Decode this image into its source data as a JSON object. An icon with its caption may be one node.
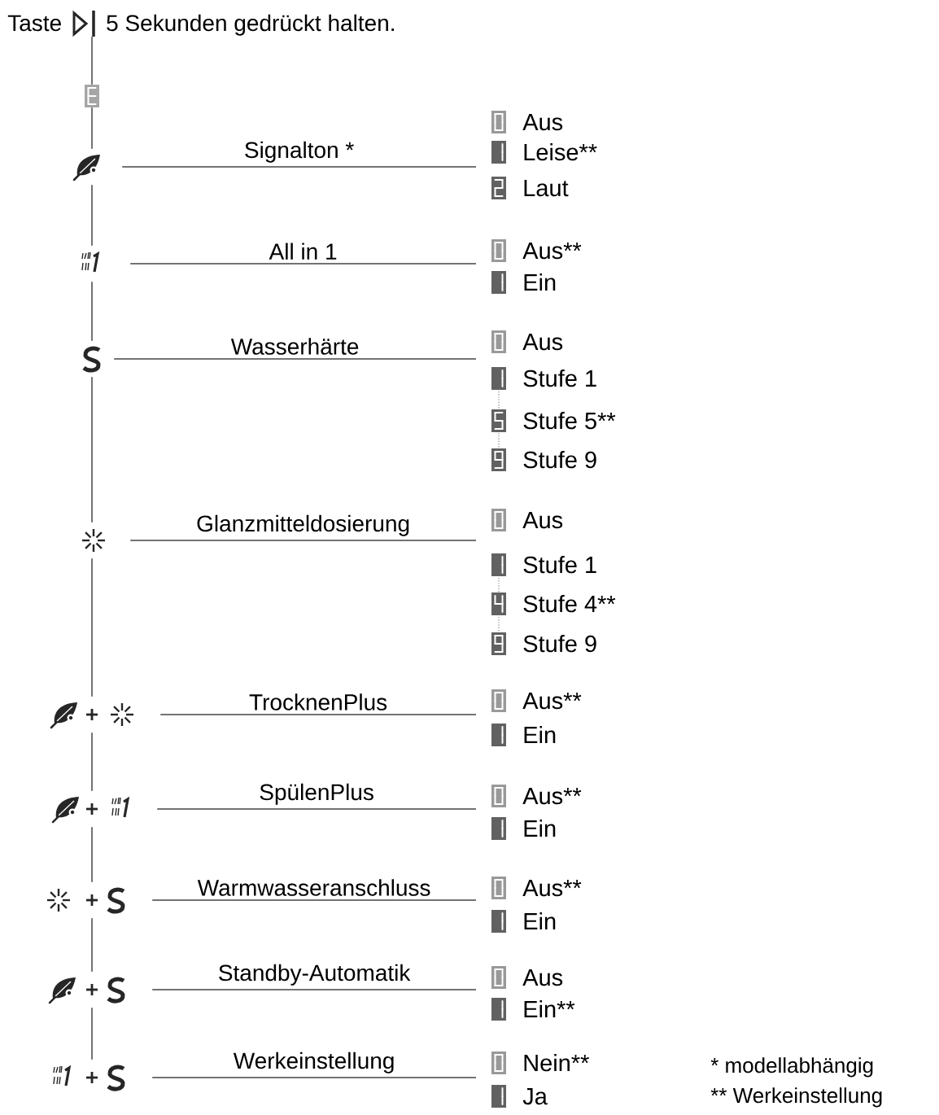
{
  "diagram": {
    "nodes": [
      {
        "text": [
          "Taste",
          "5 Sekunden gedrückt halten."
        ]
      },
      {
        "text": [],
        "shape": "box"
      },
      {
        "text": [],
        "shape": "symbol"
      },
      {
        "text": [
          "Aus",
          "Leise**",
          "Laut"
        ]
      },
      {
        "text": [],
        "shape": "symbol"
      },
      {
        "text": [
          "Aus**",
          "Ein"
        ]
      },
      {
        "text": [],
        "shape": "symbol"
      },
      {
        "text": [
          "Aus",
          "Stufe 1",
          "Stufe 5**",
          "Stufe 9"
        ]
      },
      {
        "text": [],
        "shape": "symbol"
      },
      {
        "text": [
          "Aus",
          "Stufe 1",
          "Stufe 4**",
          "Stufe 9"
        ]
      },
      {
        "text": [],
        "shape": "symbol"
      },
      {
        "text": [
          "Aus**",
          "Ein"
        ]
      },
      {
        "text": [],
        "shape": "symbol"
      },
      {
        "text": [
          "Aus**",
          "Ein"
        ]
      },
      {
        "text": [],
        "shape": "symbol"
      },
      {
        "text": [
          "Aus**",
          "Ein"
        ]
      },
      {
        "text": [],
        "shape": "symbol"
      },
      {
        "text": [
          "Aus",
          "Ein**"
        ]
      },
      {
        "text": [],
        "shape": "symbol"
      },
      {
        "text": [
          "Nein**",
          "Ja"
        ]
      }
    ],
    "edges": [
      {
        "from": 0,
        "to": 1,
        "arrow": "none"
      },
      {
        "from": 1,
        "to": 2,
        "arrow": "none"
      },
      {
        "from": 2,
        "to": 3,
        "arrow": "none",
        "label": "Signalton *"
      },
      {
        "from": 2,
        "to": 4,
        "arrow": "none"
      },
      {
        "from": 4,
        "to": 5,
        "arrow": "none",
        "label": "All in 1"
      },
      {
        "from": 4,
        "to": 6,
        "arrow": "none"
      },
      {
        "from": 6,
        "to": 7,
        "arrow": "none",
        "label": "Wasserhärte"
      },
      {
        "from": 6,
        "to": 8,
        "arrow": "none"
      },
      {
        "from": 8,
        "to": 9,
        "arrow": "none",
        "label": "Glanzmitteldosierung"
      },
      {
        "from": 8,
        "to": 10,
        "arrow": "none"
      },
      {
        "from": 10,
        "to": 11,
        "arrow": "none",
        "label": "TrocknenPlus"
      },
      {
        "from": 10,
        "to": 12,
        "arrow": "none"
      },
      {
        "from": 12,
        "to": 13,
        "arrow": "none",
        "label": "SpülenPlus"
      },
      {
        "from": 12,
        "to": 14,
        "arrow": "none"
      },
      {
        "from": 14,
        "to": 15,
        "arrow": "none",
        "label": "Warmwasseranschluss"
      },
      {
        "from": 14,
        "to": 16,
        "arrow": "none"
      },
      {
        "from": 16,
        "to": 17,
        "arrow": "none",
        "label": "Standby-Automatik"
      },
      {
        "from": 16,
        "to": 18,
        "arrow": "none"
      },
      {
        "from": 18,
        "to": 19,
        "arrow": "none",
        "label": "Werkeinstellung"
      }
    ],
    "labels": [
      "* modellabhängig",
      "** Werkeinstellung"
    ]
  }
}
